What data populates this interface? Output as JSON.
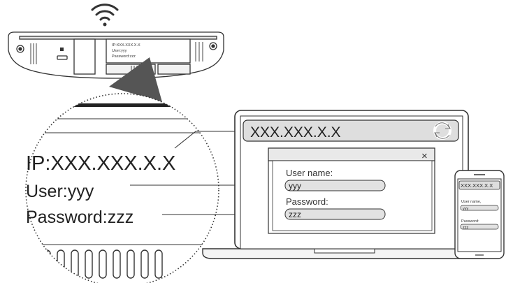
{
  "label": {
    "ip": "IP:XXX.XXX.X.X",
    "user": "User:yyy",
    "password": "Password:zzz"
  },
  "device_label": {
    "ip": "IP:XXX.XXX.X.X",
    "user": "User:yyy",
    "password": "Password:zzz"
  },
  "laptop": {
    "address": "XXX.XXX.X.X",
    "dialog_close": "×",
    "username_label": "User name:",
    "username_value": "yyy",
    "password_label": "Password:",
    "password_value": "zzz"
  },
  "phone": {
    "address": "XXX.XXX.X.X",
    "username_label": "User name,",
    "username_value": "yyy",
    "password_label": "Password:",
    "password_value": "zzz"
  },
  "icons": [
    "wifi-icon",
    "refresh-icon",
    "close-icon",
    "callout-arrow-icon"
  ],
  "colors": {
    "line": "#333333",
    "field_fill": "#e2e2e2",
    "bar_fill": "#dedede",
    "arrow": "#555555"
  }
}
